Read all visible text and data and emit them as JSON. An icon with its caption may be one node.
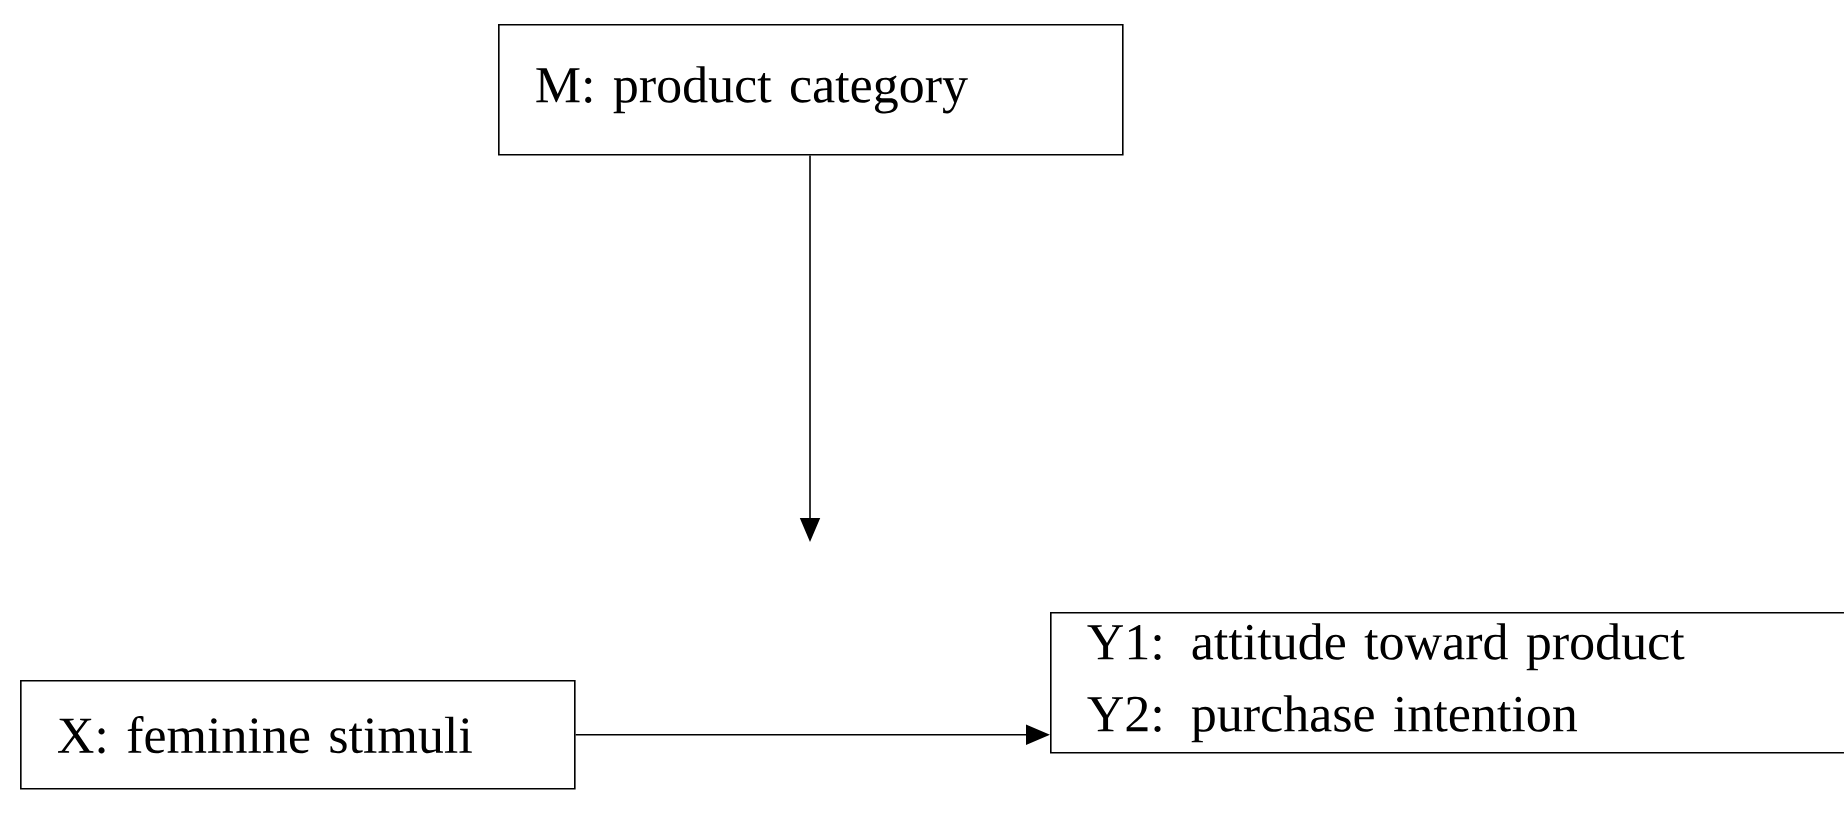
{
  "diagram": {
    "nodes": [
      {
        "text": [
          "M: product category"
        ]
      },
      {
        "text": [
          "X: feminine stimuli"
        ]
      },
      {
        "text": [
          "Y1: attitude toward product",
          "Y2: purchase intention"
        ]
      }
    ],
    "edges": [
      {
        "from": 0,
        "to": null,
        "arrow": "to"
      },
      {
        "from": 1,
        "to": 2,
        "arrow": "to"
      }
    ]
  }
}
